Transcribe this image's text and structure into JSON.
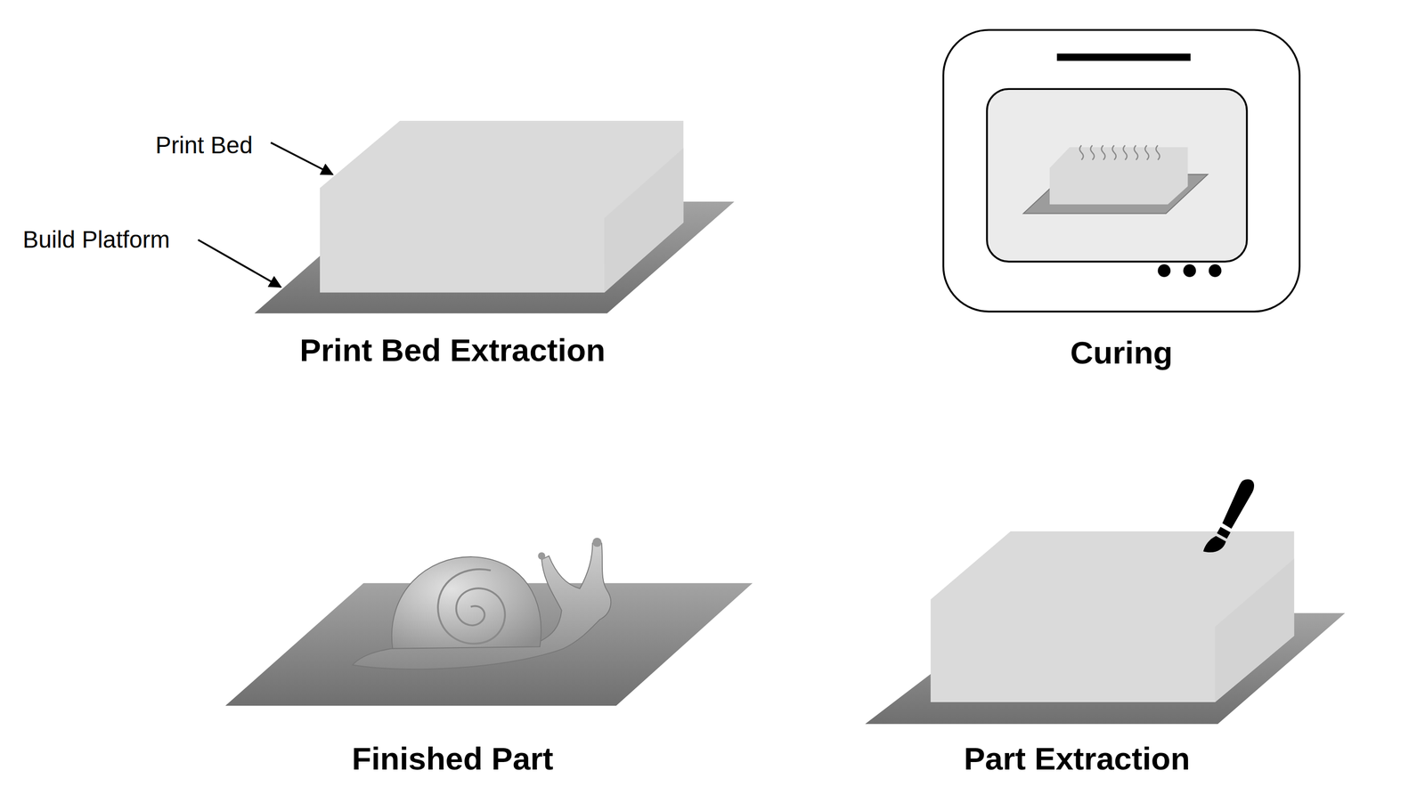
{
  "diagram": {
    "labels": [
      "Print Bed",
      "Build Platform",
      "Print Bed Extraction",
      "Curing",
      "Finished Part",
      "Part Extraction"
    ]
  }
}
